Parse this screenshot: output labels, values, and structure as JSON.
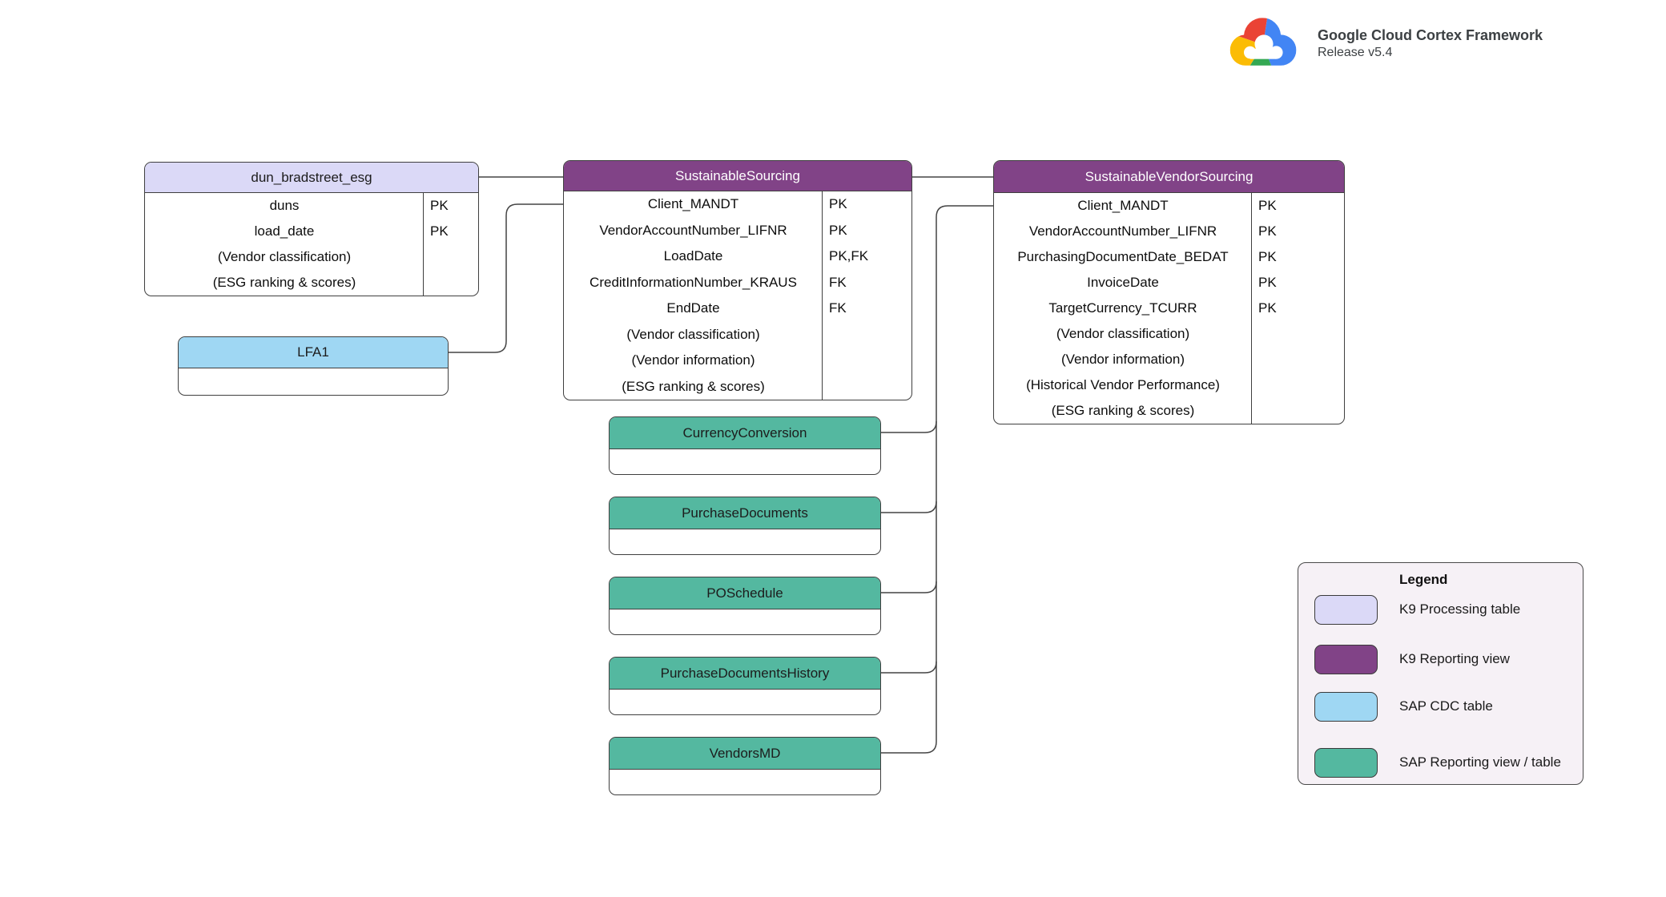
{
  "header": {
    "title": "Google Cloud Cortex Framework",
    "release": "Release v5.4"
  },
  "colors": {
    "k9_processing": "#DBD9F7",
    "k9_reporting": "#814387",
    "sap_cdc": "#9FD7F3",
    "sap_reporting": "#54B8A0",
    "legend_background": "#F6F1F6",
    "connector_line": "#444444",
    "logo_blue": "#4285F4",
    "logo_red": "#EA4335",
    "logo_yellow": "#FBBC05",
    "logo_green": "#34A853"
  },
  "tables": {
    "dun_bradstreet_esg": {
      "title": "dun_bradstreet_esg",
      "rows": [
        {
          "name": "duns",
          "key": "PK"
        },
        {
          "name": "load_date",
          "key": "PK"
        },
        {
          "name": "(Vendor classification)",
          "key": ""
        },
        {
          "name": "(ESG ranking & scores)",
          "key": ""
        }
      ]
    },
    "sustainable_sourcing": {
      "title": "SustainableSourcing",
      "rows": [
        {
          "name": "Client_MANDT",
          "key": "PK"
        },
        {
          "name": "VendorAccountNumber_LIFNR",
          "key": "PK"
        },
        {
          "name": "LoadDate",
          "key": "PK,FK"
        },
        {
          "name": "CreditInformationNumber_KRAUS",
          "key": "FK"
        },
        {
          "name": "EndDate",
          "key": "FK"
        },
        {
          "name": "(Vendor classification)",
          "key": ""
        },
        {
          "name": "(Vendor information)",
          "key": ""
        },
        {
          "name": "(ESG ranking & scores)",
          "key": ""
        }
      ]
    },
    "sustainable_vendor_sourcing": {
      "title": "SustainableVendorSourcing",
      "rows": [
        {
          "name": "Client_MANDT",
          "key": "PK"
        },
        {
          "name": "VendorAccountNumber_LIFNR",
          "key": "PK"
        },
        {
          "name": "PurchasingDocumentDate_BEDAT",
          "key": "PK"
        },
        {
          "name": "InvoiceDate",
          "key": "PK"
        },
        {
          "name": "TargetCurrency_TCURR",
          "key": "PK"
        },
        {
          "name": "(Vendor classification)",
          "key": ""
        },
        {
          "name": "(Vendor information)",
          "key": ""
        },
        {
          "name": "(Historical Vendor Performance)",
          "key": ""
        },
        {
          "name": "(ESG ranking & scores)",
          "key": ""
        }
      ]
    },
    "lfa1": {
      "title": "LFA1",
      "rows": []
    },
    "currency_conversion": {
      "title": "CurrencyConversion",
      "rows": []
    },
    "purchase_documents": {
      "title": "PurchaseDocuments",
      "rows": []
    },
    "po_schedule": {
      "title": "POSchedule",
      "rows": []
    },
    "purchase_documents_history": {
      "title": "PurchaseDocumentsHistory",
      "rows": []
    },
    "vendors_md": {
      "title": "VendorsMD",
      "rows": []
    }
  },
  "legend": {
    "title": "Legend",
    "items": [
      {
        "label": "K9 Processing table",
        "color": "#DBD9F7"
      },
      {
        "label": "K9 Reporting view",
        "color": "#814387"
      },
      {
        "label": "SAP CDC table",
        "color": "#9FD7F3"
      },
      {
        "label": "SAP Reporting view / table",
        "color": "#54B8A0"
      }
    ]
  }
}
